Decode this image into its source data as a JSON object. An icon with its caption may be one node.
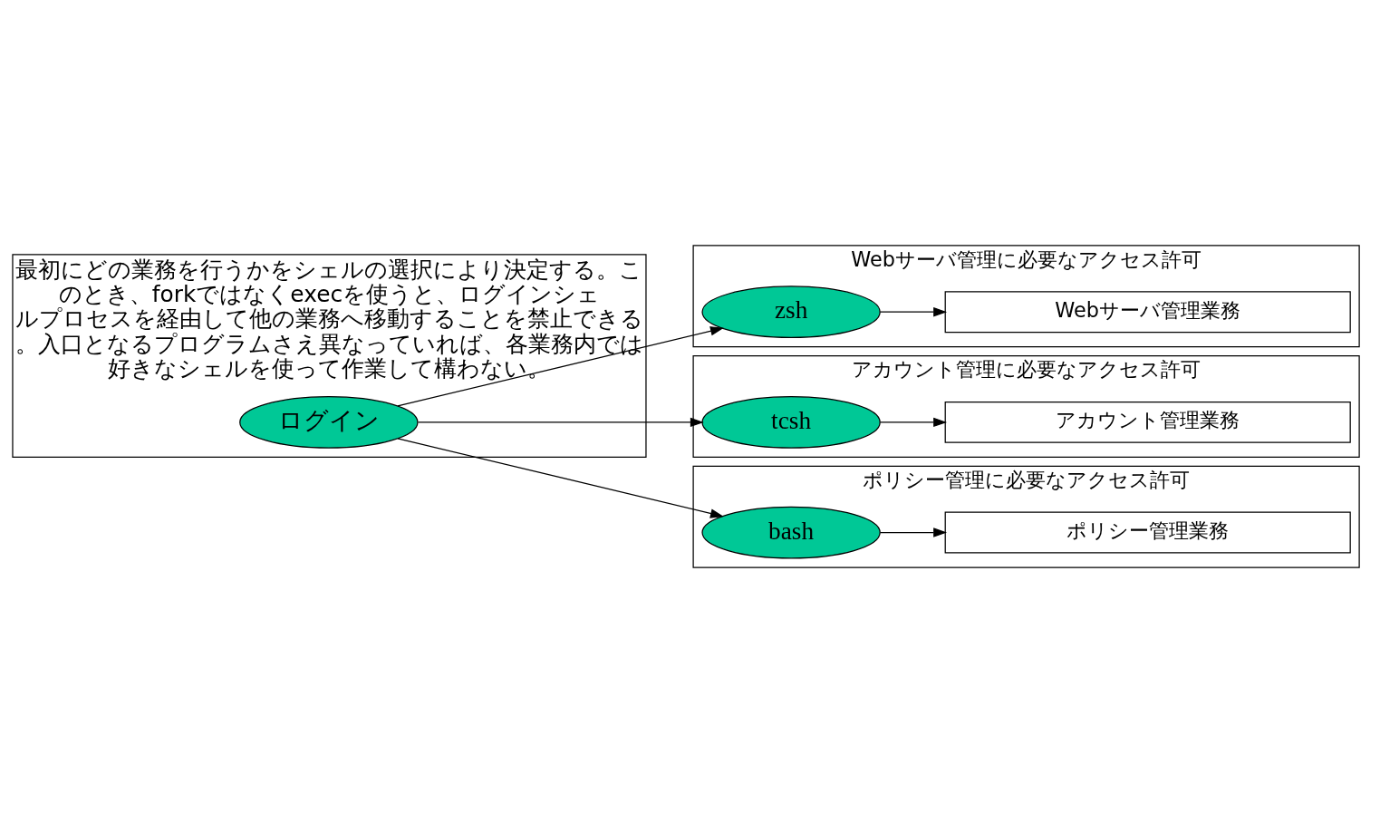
{
  "diagram": {
    "nodes": [
      {
        "text": [
          "最初にどの業務を行うかをシェルの選択により決定する。このとき、forkではなくexecを使うと、ログインシェルプロセスを経由して他の業務へ移動することを禁止できる。入口となるプログラムさえ異なっていれば、各業務内では好きなシェルを使って作業して構わない。"
        ]
      },
      {
        "text": [
          "ログイン"
        ],
        "in": 0
      },
      {
        "text": [
          "Webサーバ管理に必要なアクセス許可"
        ]
      },
      {
        "text": [
          "zsh"
        ],
        "in": 2
      },
      {
        "text": [
          "Webサーバ管理業務"
        ],
        "in": 2
      },
      {
        "text": [
          "アカウント管理に必要なアクセス許可"
        ]
      },
      {
        "text": [
          "tcsh"
        ],
        "in": 5
      },
      {
        "text": [
          "アカウント管理業務"
        ],
        "in": 5
      },
      {
        "text": [
          "ポリシー管理に必要なアクセス許可"
        ]
      },
      {
        "text": [
          "bash"
        ],
        "in": 8
      },
      {
        "text": [
          "ポリシー管理業務"
        ],
        "in": 8
      }
    ],
    "edges": [
      {
        "from": 1,
        "to": 3,
        "arrow": "to"
      },
      {
        "from": 1,
        "to": 6,
        "arrow": "to"
      },
      {
        "from": 1,
        "to": 9,
        "arrow": "to"
      },
      {
        "from": 3,
        "to": 4,
        "arrow": "to"
      },
      {
        "from": 6,
        "to": 7,
        "arrow": "to"
      },
      {
        "from": 9,
        "to": 10,
        "arrow": "to"
      }
    ]
  }
}
